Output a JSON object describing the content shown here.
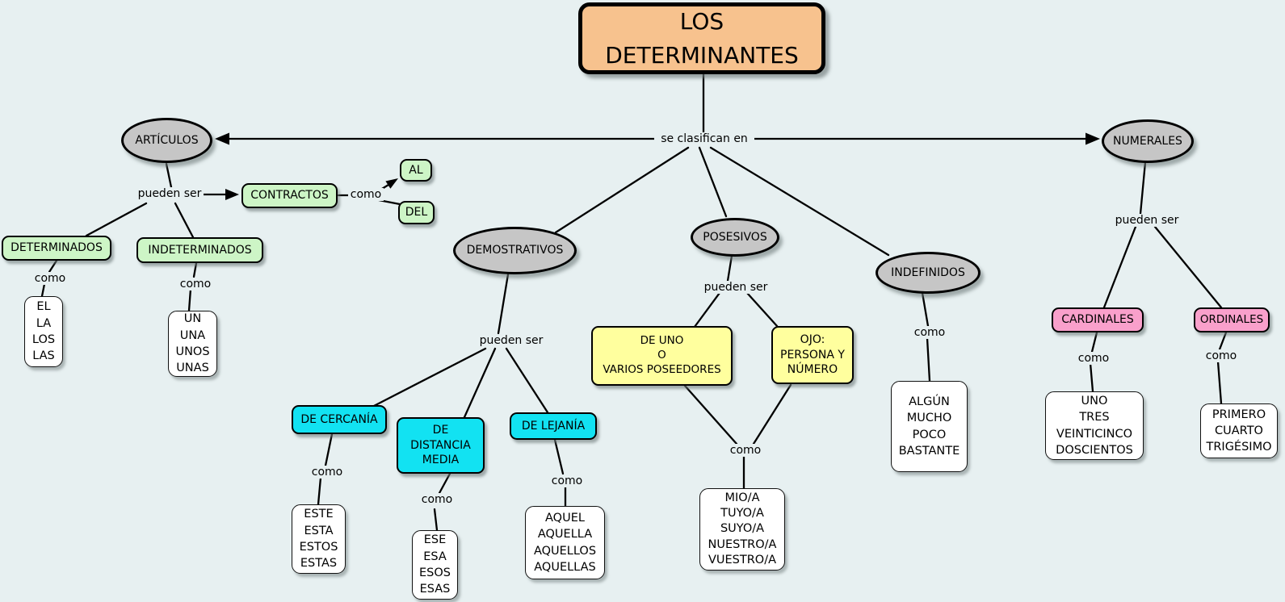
{
  "root": "LOS\nDETERMINANTES",
  "link_labels": {
    "se_clasifican_en": "se clasifican en",
    "pueden_ser": "pueden ser",
    "como": "como"
  },
  "nodes": {
    "articulos": "ARTÍCULOS",
    "numerales": "NUMERALES",
    "demostrativos": "DEMOSTRATIVOS",
    "posesivos": "POSESIVOS",
    "indefinidos": "INDEFINIDOS",
    "contractos": "CONTRACTOS",
    "al": "AL",
    "del": "DEL",
    "determinados": "DETERMINADOS",
    "indeterminados": "INDETERMINADOS",
    "de_cercania": "DE CERCANÍA",
    "de_distancia_media": "DE\nDISTANCIA\nMEDIA",
    "de_lejania": "DE LEJANÍA",
    "de_uno_o_varios_poseedores": "DE UNO\nO\nVARIOS POSEEDORES",
    "ojo_persona_y_numero": "OJO:\nPERSONA Y\nNÚMERO",
    "cardinales": "CARDINALES",
    "ordinales": "ORDINALES"
  },
  "examples": {
    "determinados": "EL\nLA\nLOS\nLAS",
    "indeterminados": "UN\nUNA\nUNOS\nUNAS",
    "cercania": "ESTE\nESTA\nESTOS\nESTAS",
    "distancia_media": "ESE\nESA\nESOS\nESAS",
    "lejania": "AQUEL\nAQUELLA\nAQUELLOS\nAQUELLAS",
    "posesivos": "MIO/A\nTUYO/A\nSUYO/A\nNUESTRO/A\nVUESTRO/A",
    "indefinidos": "ALGÚN\nMUCHO\nPOCO\nBASTANTE",
    "cardinales": "UNO\nTRES\nVEINTICINCO\nDOSCIENTOS",
    "ordinales": "PRIMERO\nCUARTO\nTRIGÉSIMO"
  },
  "colors": {
    "background": "#E7F0F1",
    "root_fill": "#F7C28E",
    "concept_fill": "#C6C6C6",
    "green_fill": "#CDF5C6",
    "cyan_fill": "#12E2F2",
    "yellow_fill": "#FFFF9E",
    "pink_fill": "#F9A0CB",
    "example_fill": "#FFFFFF",
    "line_color": "#000000"
  }
}
